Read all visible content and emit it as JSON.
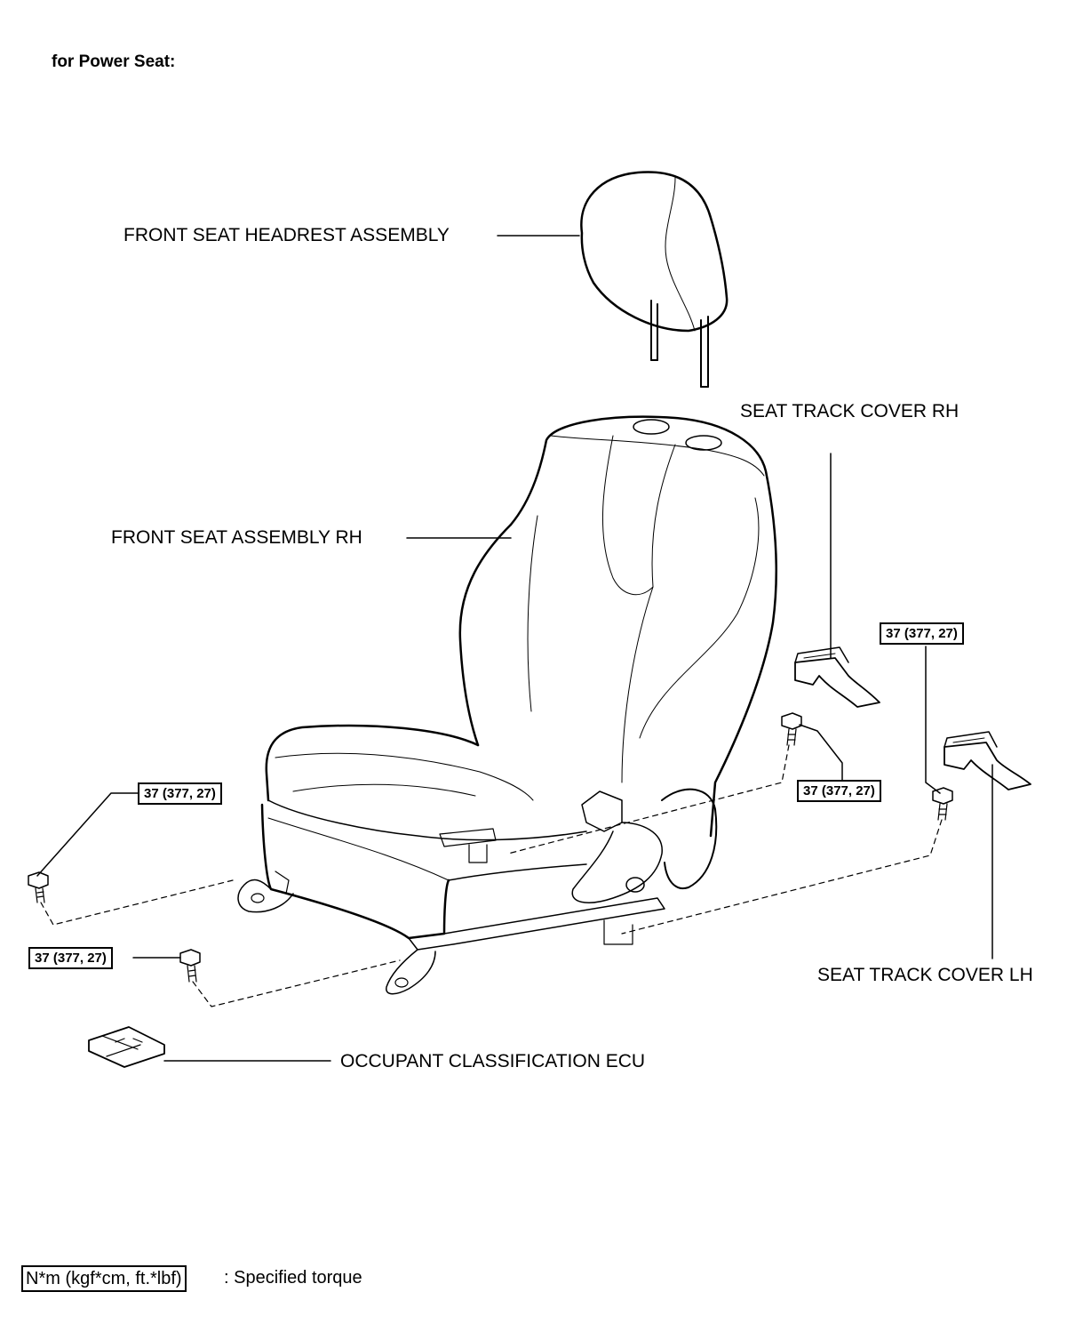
{
  "heading": "for Power Seat:",
  "labels": {
    "headrest": "FRONT SEAT HEADREST ASSEMBLY",
    "seat_assembly": "FRONT SEAT ASSEMBLY RH",
    "track_cover_rh": "SEAT TRACK COVER RH",
    "track_cover_lh": "SEAT TRACK COVER LH",
    "ecu": "OCCUPANT CLASSIFICATION ECU"
  },
  "torque": {
    "front_left": "37 (377, 27)",
    "rear_left": "37 (377, 27)",
    "front_right": "37 (377, 27)",
    "rear_right": "37 (377, 27)"
  },
  "legend": {
    "unit_box": "N*m (kgf*cm, ft.*lbf)",
    "description": ": Specified torque"
  }
}
